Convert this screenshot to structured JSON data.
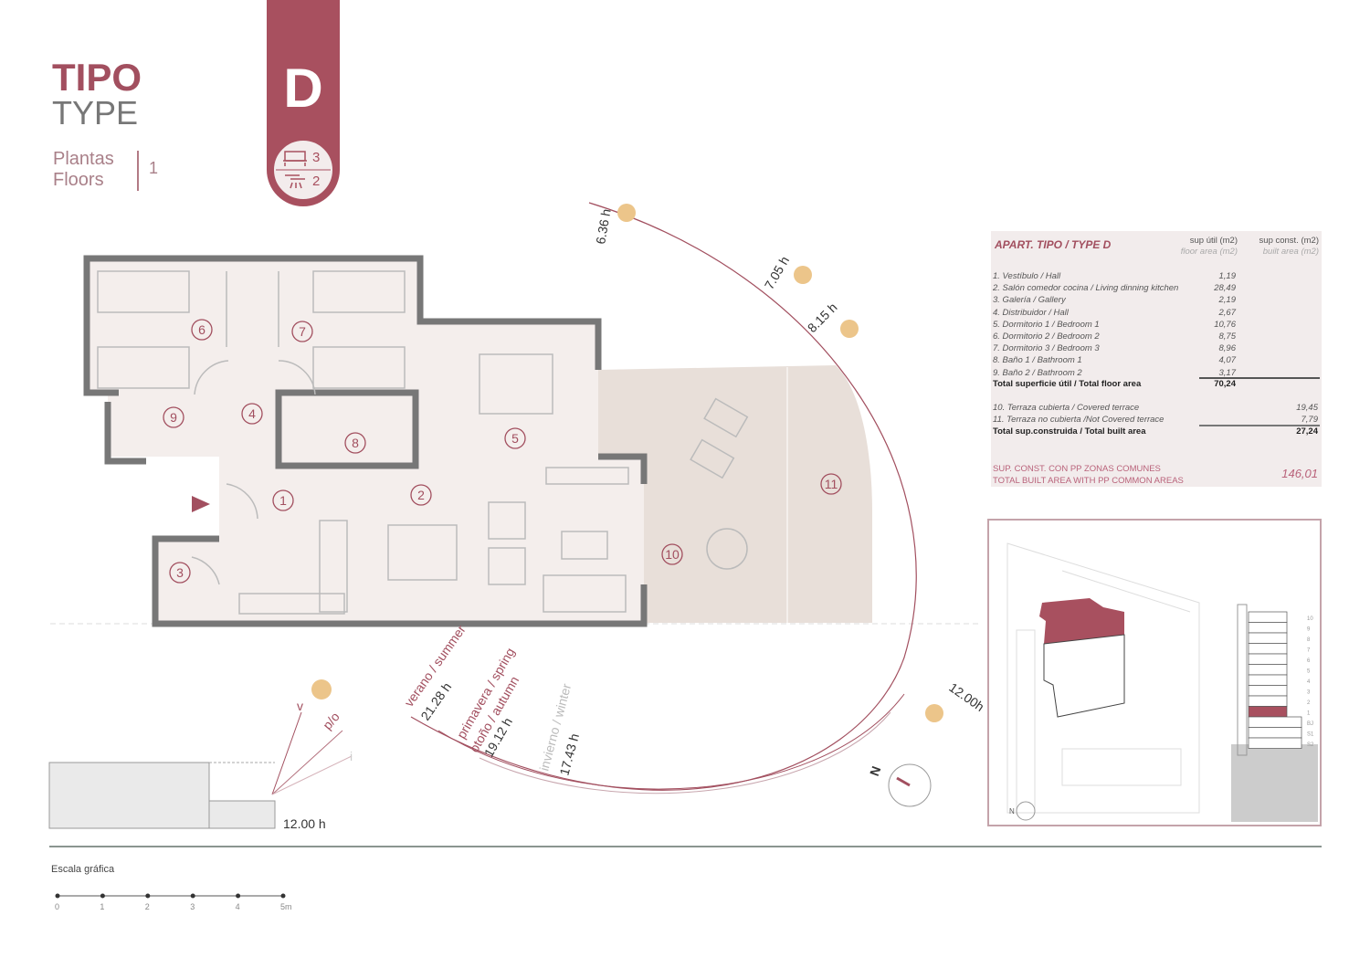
{
  "header": {
    "tipo": "TIPO",
    "type": "TYPE",
    "plantas": "Plantas",
    "floors": "Floors",
    "floors_value": "1"
  },
  "badge": {
    "letter": "D",
    "bedrooms": "3",
    "bathrooms": "2",
    "color": "#a8505f"
  },
  "plan": {
    "rooms": [
      "1",
      "2",
      "3",
      "4",
      "5",
      "6",
      "7",
      "8",
      "9",
      "10",
      "11"
    ]
  },
  "sun": {
    "hours": [
      "6.36 h",
      "7.05 h",
      "8.15 h",
      "12.00h"
    ],
    "summer": "verano / summer",
    "summer_h": "21.28 h",
    "spring1": "primavera / spring",
    "spring2": "otoño / autumn",
    "spring_h": "19.12 h",
    "winter": "invierno / winter",
    "winter_h": "17.43 h",
    "section_v": "v",
    "section_po": "p/o",
    "section_i": "i",
    "section_h": "12.00 h",
    "north": "N"
  },
  "table": {
    "title": "APART. TIPO / TYPE D",
    "col1": "sup útil (m2)",
    "col1b": "floor area (m2)",
    "col2": "sup const. (m2)",
    "col2b": "built area (m2)",
    "rows": [
      {
        "label": "1. Vestíbulo / Hall",
        "v": "1,19"
      },
      {
        "label": "2. Salón comedor cocina / Living dinning kitchen",
        "v": "28,49"
      },
      {
        "label": "3. Galería / Gallery",
        "v": "2,19"
      },
      {
        "label": "4. Distribuidor / Hall",
        "v": "2,67"
      },
      {
        "label": "5. Dormitorio 1 / Bedroom 1",
        "v": "10,76"
      },
      {
        "label": "6. Dormitorio 2 / Bedroom 2",
        "v": "8,75"
      },
      {
        "label": "7. Dormitorio 3 / Bedroom 3",
        "v": "8,96"
      },
      {
        "label": "8. Baño 1 / Bathroom 1",
        "v": "4,07"
      },
      {
        "label": "9. Baño 2 / Bathroom 2",
        "v": "3,17"
      }
    ],
    "total_floor_label": "Total superficie útil / Total floor area",
    "total_floor": "70,24",
    "terraces": [
      {
        "label": "10. Terraza cubierta / Covered terrace",
        "v": "19,45"
      },
      {
        "label": "11. Terraza no cubierta /Not Covered terrace",
        "v": "7,79"
      }
    ],
    "total_built_label": "Total sup.construida / Total built area",
    "total_built": "27,24",
    "common1": "SUP. CONST. CON PP ZONAS COMUNES",
    "common2": "TOTAL BUILT AREA WITH PP COMMON AREAS",
    "common_value": "146,01"
  },
  "keyplan": {
    "levels": [
      "10",
      "9",
      "8",
      "7",
      "6",
      "5",
      "4",
      "3",
      "2",
      "1",
      "BJ",
      "S1",
      "S2"
    ],
    "highlight": "1",
    "north": "N"
  },
  "scale": {
    "label": "Escala gráfica",
    "ticks": [
      "0",
      "1",
      "2",
      "3",
      "4",
      "5m"
    ]
  }
}
